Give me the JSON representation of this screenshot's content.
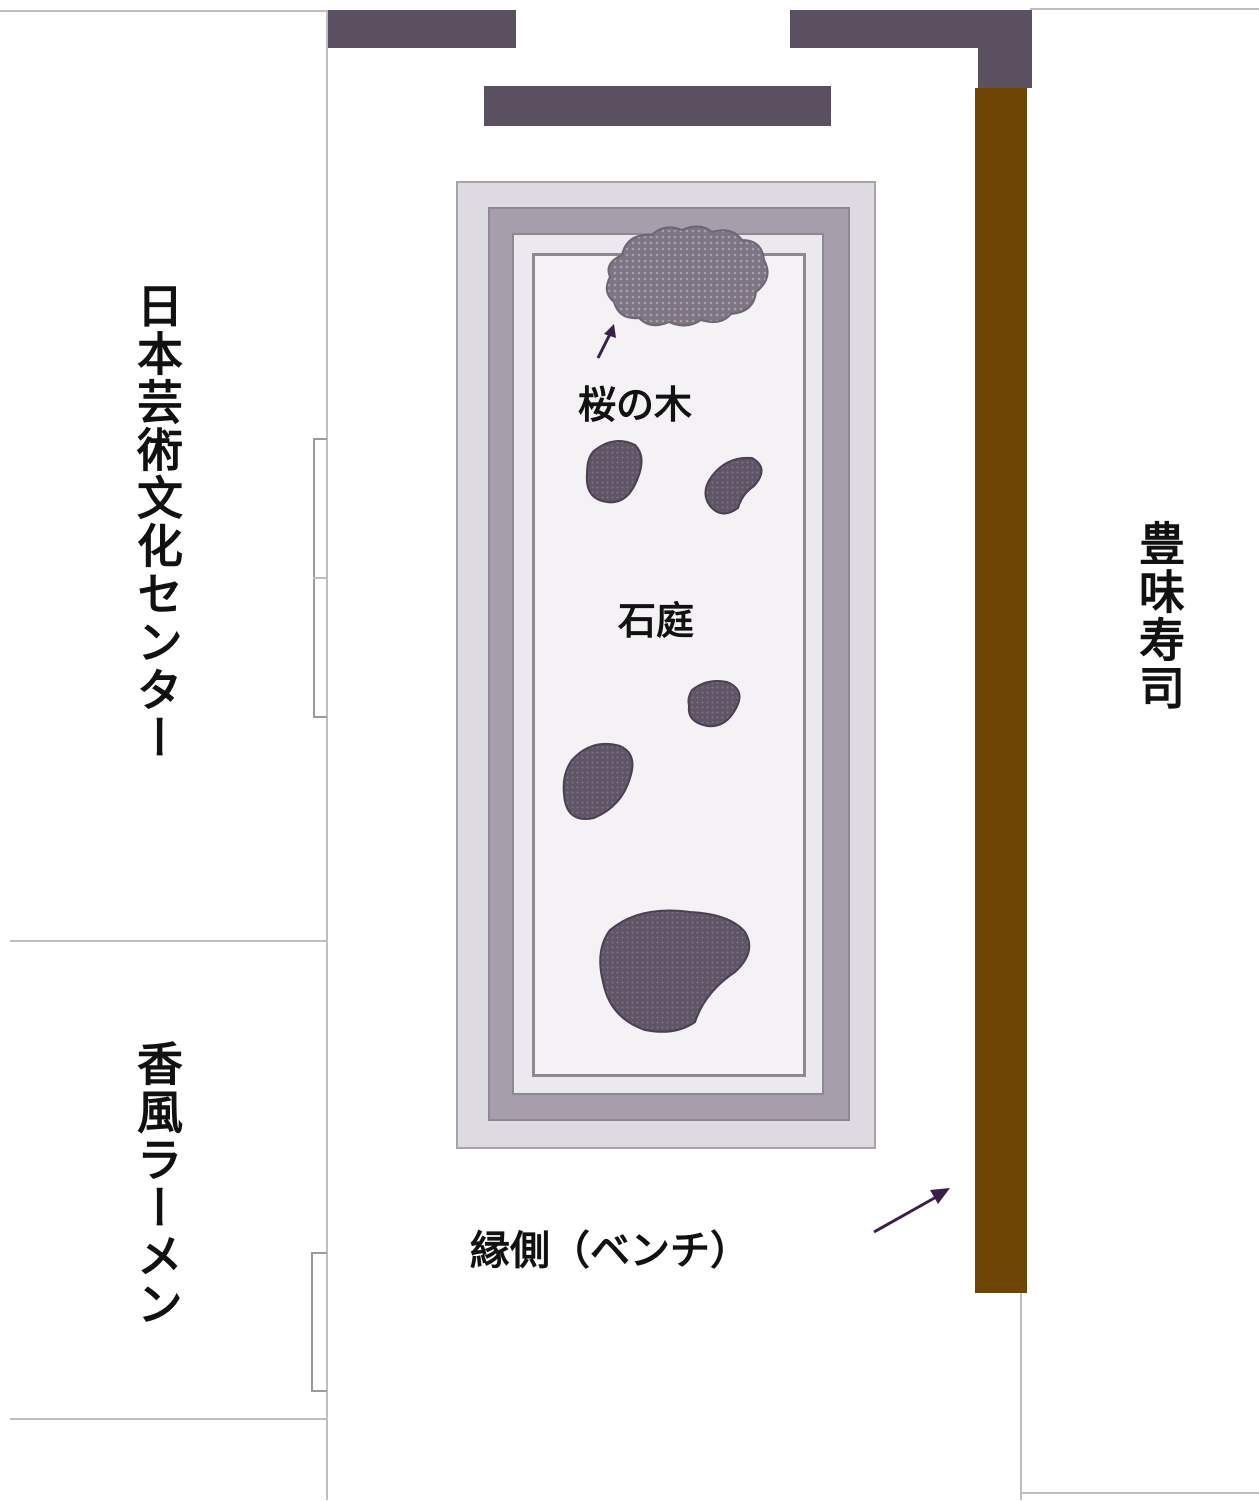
{
  "map": {
    "buildings": {
      "left_top": "日本芸術文化センター",
      "left_bottom": "香風ラーメン",
      "right": "豊味寿司"
    },
    "garden": {
      "name": "石庭",
      "tree_label": "桜の木",
      "bench_label": "縁側（ベンチ）"
    },
    "colors": {
      "wall": "#5b5060",
      "bench": "#6e4505",
      "rock": "#6a6070",
      "arrow": "#3b1f4a"
    }
  }
}
